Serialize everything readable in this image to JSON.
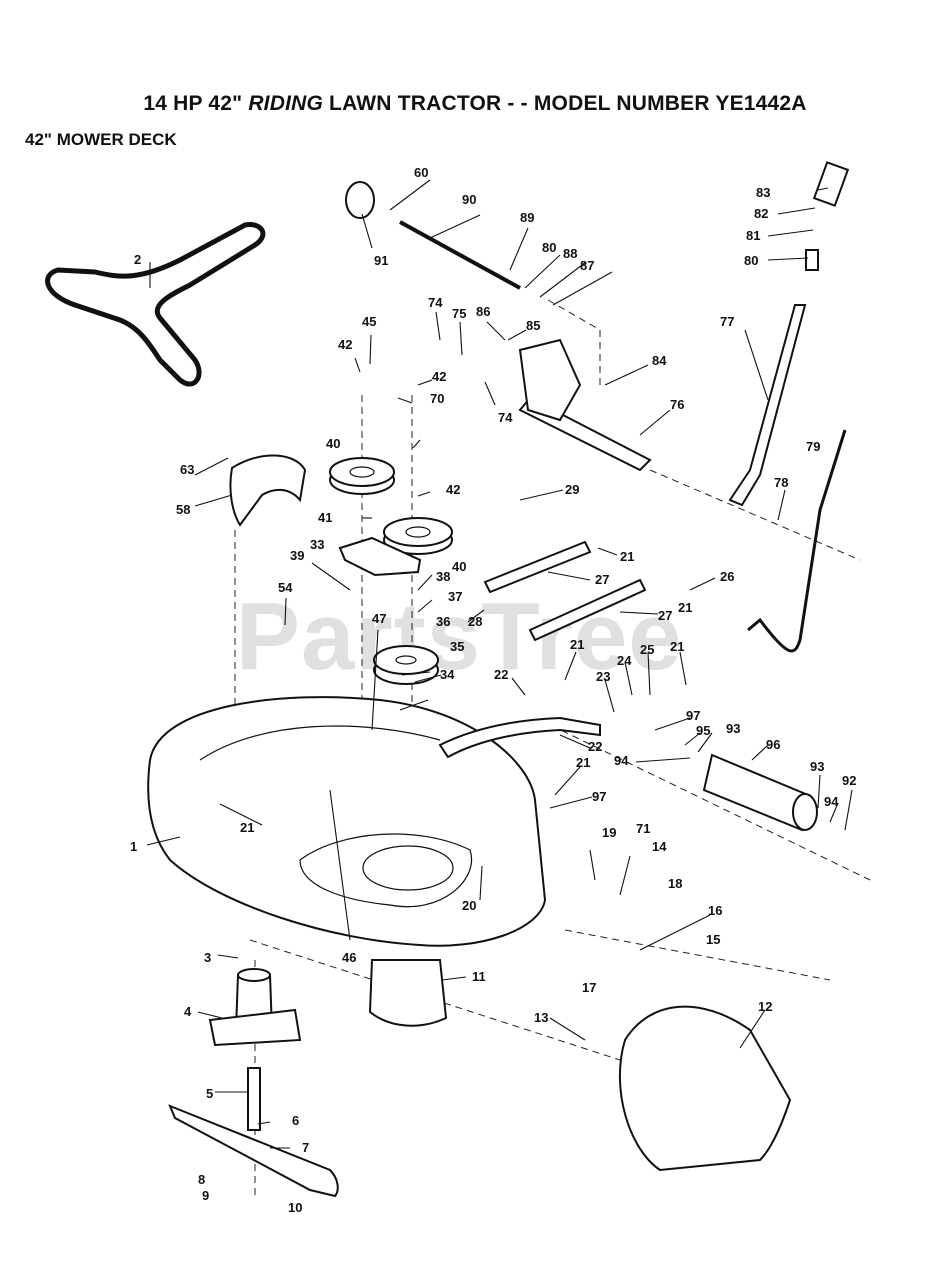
{
  "header": {
    "title_prefix": "14 HP 42\" ",
    "title_italic": "RIDING",
    "title_suffix": " LAWN TRACTOR - - MODEL NUMBER YE1442A",
    "subtitle": "42\" MOWER DECK"
  },
  "watermark": "PartsTree",
  "callouts": [
    "1",
    "2",
    "3",
    "4",
    "5",
    "6",
    "7",
    "8",
    "9",
    "10",
    "11",
    "12",
    "13",
    "14",
    "15",
    "16",
    "17",
    "18",
    "19",
    "20",
    "21",
    "21",
    "21",
    "21",
    "21",
    "21",
    "22",
    "22",
    "23",
    "24",
    "25",
    "26",
    "27",
    "27",
    "28",
    "29",
    "33",
    "34",
    "35",
    "36",
    "37",
    "38",
    "39",
    "40",
    "40",
    "41",
    "42",
    "42",
    "42",
    "45",
    "46",
    "47",
    "54",
    "58",
    "60",
    "63",
    "70",
    "71",
    "74",
    "74",
    "75",
    "76",
    "77",
    "78",
    "79",
    "80",
    "80",
    "81",
    "82",
    "83",
    "84",
    "85",
    "86",
    "87",
    "88",
    "89",
    "90",
    "91",
    "92",
    "93",
    "93",
    "94",
    "94",
    "95",
    "96",
    "97",
    "97"
  ]
}
